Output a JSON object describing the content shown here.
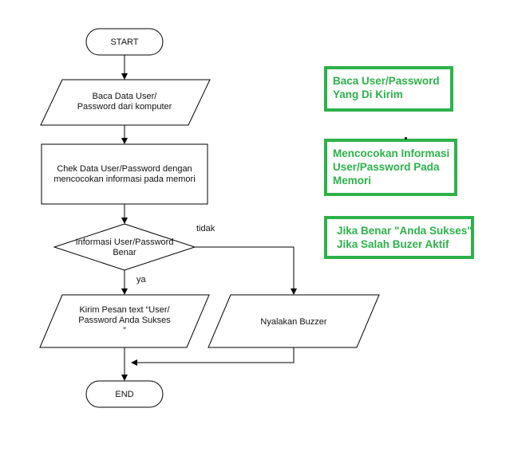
{
  "flowchart": {
    "start": "START",
    "input": [
      "Baca Data User/",
      "Password dari komputer"
    ],
    "process": [
      "Chek Data User/Password dengan",
      "mencocokan informasi pada memori"
    ],
    "decision": [
      "Informasi User/Password",
      "Benar"
    ],
    "no_label": "tidak",
    "yes_label": "ya",
    "output_success": [
      "Kirim Pesan text “User/",
      "Password Anda Sukses",
      "”"
    ],
    "output_buzzer": "Nyalakan Buzzer",
    "end": "END"
  },
  "notes": [
    {
      "lines": [
        "Baca User/Password",
        "Yang Di Kirim"
      ]
    },
    {
      "lines": [
        "Mencocokan Informasi",
        "User/Password Pada",
        "Memori"
      ]
    },
    {
      "lines": [
        "Jika Benar \"Anda Sukses\"",
        "Jika Salah Buzer Aktif"
      ]
    }
  ],
  "colors": {
    "note_border": "#2db24a",
    "note_text": "#2db24a",
    "shape_stroke": "#000000"
  }
}
